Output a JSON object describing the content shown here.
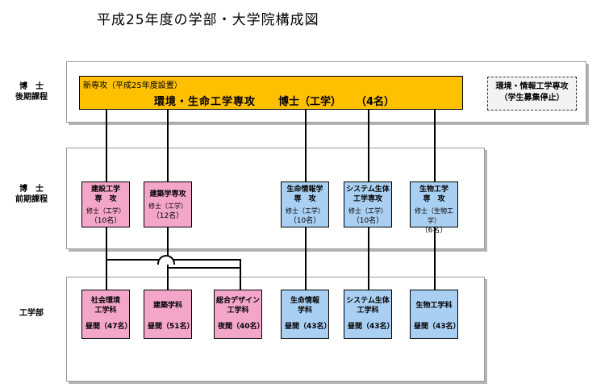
{
  "title": "平成25年度の学部・大学院構成図",
  "levels": {
    "doctoral_late": [
      "博　士",
      "後期課程"
    ],
    "doctoral_early": [
      "博　士",
      "前期課程"
    ],
    "faculty": [
      "工学部"
    ]
  },
  "new_major": {
    "tag": "新専攻（平成25年度設置）",
    "name": "環境・生命工学専攻",
    "degree": "博士（工学）",
    "count": "（4名）",
    "color": "#ffc000"
  },
  "suspended_major": {
    "line1": "環境・情報工学専攻",
    "line2": "（学生募集停止）"
  },
  "masters": [
    {
      "line1": "建設工学",
      "line2": "専　攻",
      "degree": "修士（工学）",
      "capacity": "（10名）",
      "color": "pink"
    },
    {
      "line1": "建築学専攻",
      "line2": "",
      "degree": "修士（工学）",
      "capacity": "（12名）",
      "color": "pink"
    },
    {
      "line1": "生命情報学",
      "line2": "専　攻",
      "degree": "修士（工学）",
      "capacity": "（10名）",
      "color": "blue"
    },
    {
      "line1": "システム生体",
      "line2": "工学専攻",
      "degree": "修士（工学）",
      "capacity": "（10名）",
      "color": "blue"
    },
    {
      "line1": "生物工学",
      "line2": "専　攻",
      "degree": "修士（生物工学）",
      "capacity": "（6名）",
      "color": "blue"
    }
  ],
  "departments": [
    {
      "line1": "社会環境",
      "line2": "工学科",
      "schedule": "昼間（47名）",
      "color": "pink"
    },
    {
      "line1": "建築学科",
      "line2": "",
      "schedule": "昼間（51名）",
      "color": "pink"
    },
    {
      "line1": "総合デザイン",
      "line2": "工学科",
      "schedule": "夜間（40名）",
      "color": "pink"
    },
    {
      "line1": "生命情報",
      "line2": "学科",
      "schedule": "昼間（43名）",
      "color": "blue"
    },
    {
      "line1": "システム生体",
      "line2": "工学科",
      "schedule": "昼間（43名）",
      "color": "blue"
    },
    {
      "line1": "生物工学科",
      "line2": "",
      "schedule": "昼間（43名）",
      "color": "blue"
    }
  ]
}
